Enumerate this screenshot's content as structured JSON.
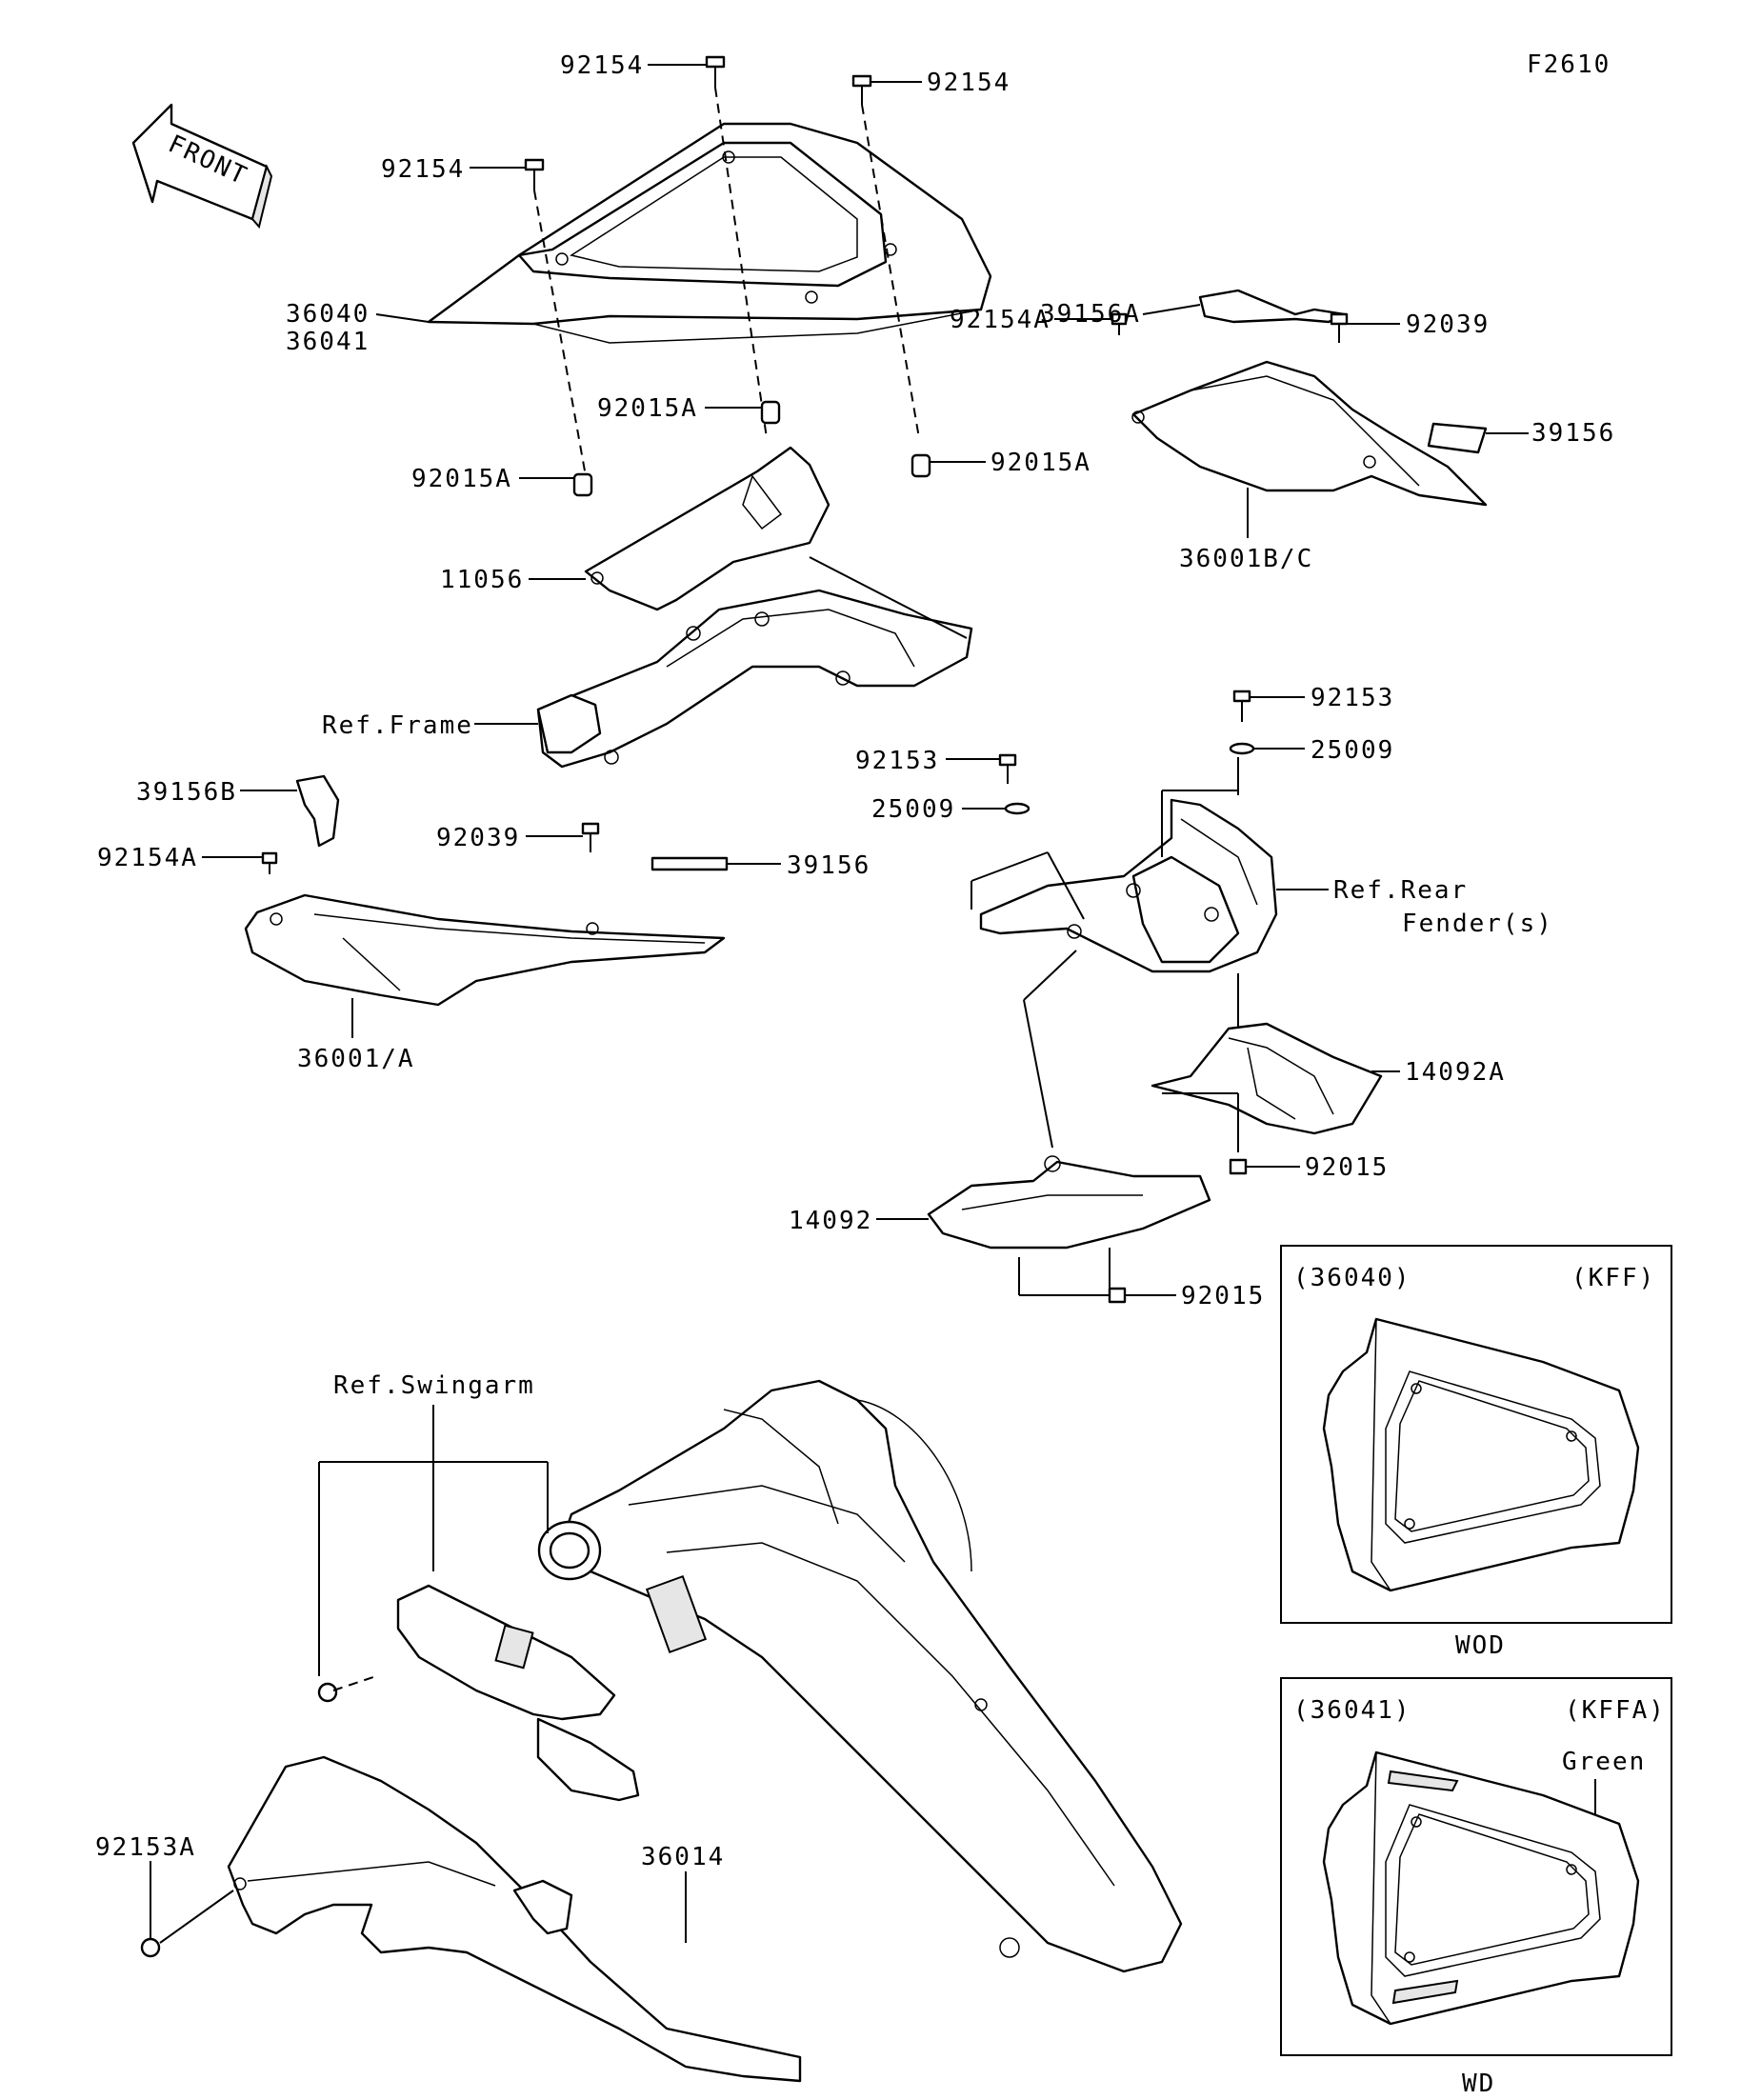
{
  "figure_code": "F2610",
  "front_arrow_label": "FRONT",
  "callouts": {
    "c92154_top": "92154",
    "c92154_right": "92154",
    "c92154_left": "92154",
    "c36040": "36040",
    "c36041": "36041",
    "c92015A_mid": "92015A",
    "c92015A_left": "92015A",
    "c92015A_right": "92015A",
    "c11056": "11056",
    "ref_frame": "Ref.Frame",
    "c39156A": "39156A",
    "c92039_right": "92039",
    "c92154A_right": "92154A",
    "c39156_right": "39156",
    "c36001BC": "36001B/C",
    "c39156B": "39156B",
    "c92154A_left": "92154A",
    "c92039_left": "92039",
    "c39156_left": "39156",
    "c36001A": "36001/A",
    "c92153_right": "92153",
    "c25009_right": "25009",
    "c92153_mid": "92153",
    "c25009_mid": "25009",
    "ref_rear_fender_1": "Ref.Rear",
    "ref_rear_fender_2": "Fender(s)",
    "c14092A": "14092A",
    "c92015_upper": "92015",
    "c14092": "14092",
    "c92015_lower": "92015",
    "ref_swingarm": "Ref.Swingarm",
    "c92153A": "92153A",
    "c36014": "36014"
  },
  "inset_wod": {
    "part": "(36040)",
    "variant": "(KFF)",
    "caption": "WOD"
  },
  "inset_wd": {
    "part": "(36041)",
    "variant": "(KFFA)",
    "color_note": "Green",
    "caption": "WD"
  }
}
